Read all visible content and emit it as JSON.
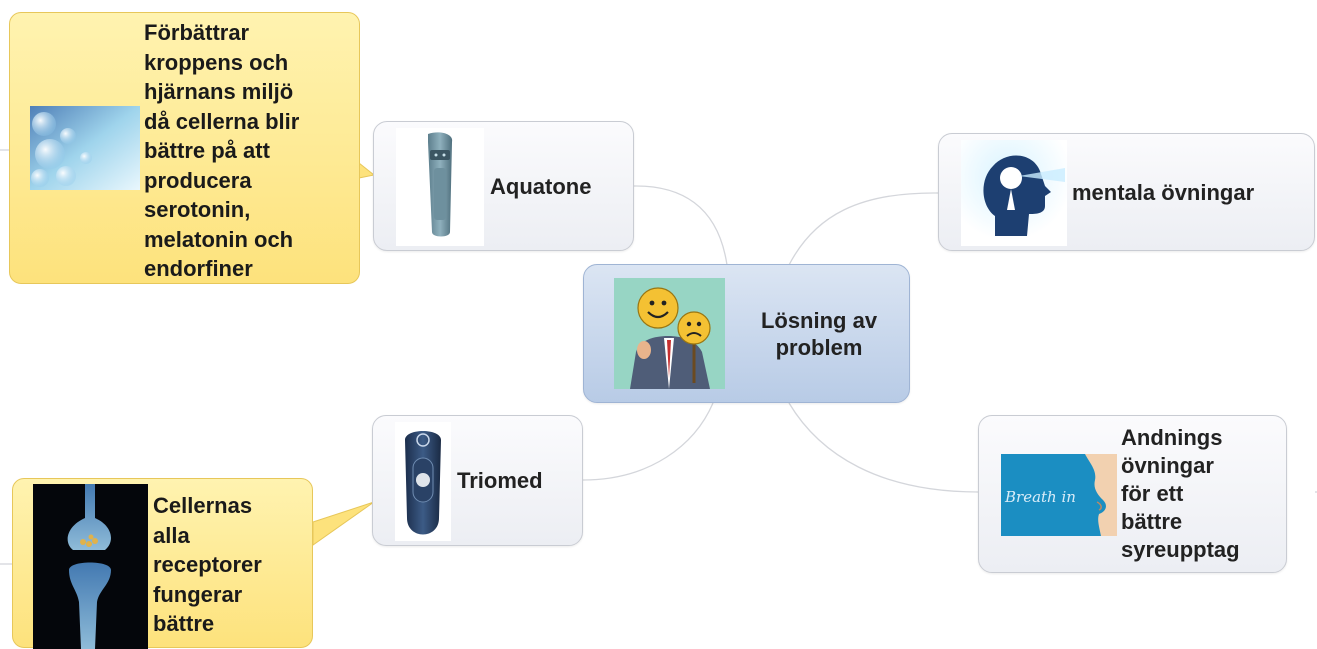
{
  "central": {
    "label_line1": "Lösning av",
    "label_line2": "problem",
    "image_icon": "smiley-masks-icon"
  },
  "branches": {
    "aquatone": {
      "label": "Aquatone",
      "image_icon": "remote-device-icon"
    },
    "triomed": {
      "label": "Triomed",
      "image_icon": "triomed-device-icon"
    },
    "mentala": {
      "label": "mentala övningar",
      "image_icon": "head-silhouette-icon"
    },
    "andnings": {
      "lines": [
        "Andnings",
        "övningar",
        "för ett",
        "bättre",
        "syreupptag"
      ],
      "image_text": "Breath in",
      "image_icon": "nose-breath-icon"
    }
  },
  "notes": {
    "aquatone_note": {
      "lines": [
        "Förbättrar",
        "kroppens och",
        "hjärnans miljö",
        "då cellerna blir",
        "bättre på att",
        "producera",
        "serotonin,",
        "melatonin och",
        "endorfiner"
      ],
      "image_icon": "cells-icon"
    },
    "triomed_note": {
      "lines": [
        "Cellernas",
        "alla",
        "receptorer",
        "fungerar",
        "bättre"
      ],
      "image_icon": "synapse-icon"
    }
  }
}
